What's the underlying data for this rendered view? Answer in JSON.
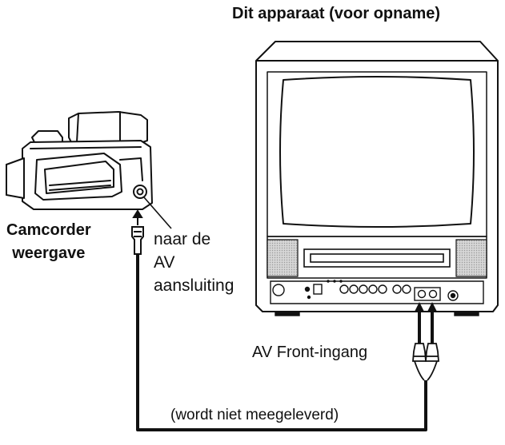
{
  "title": "Dit apparaat (voor opname)",
  "camcorder_label": {
    "line1": "Camcorder",
    "line2": "weergave"
  },
  "av_connection_label": {
    "line1": "naar de",
    "line2": "AV",
    "line3": "aansluiting"
  },
  "front_input_label": "AV Front-ingang",
  "cable_note": "(wordt niet meegeleverd)",
  "colors": {
    "line": "#111111",
    "speaker_grille": "#c8c8c8",
    "screen_fill": "#ffffff",
    "background": "#ffffff"
  },
  "icons": {
    "camcorder": "camcorder-icon",
    "tv": "tv-vcr-combo-icon",
    "plug": "rca-plug-icon"
  }
}
